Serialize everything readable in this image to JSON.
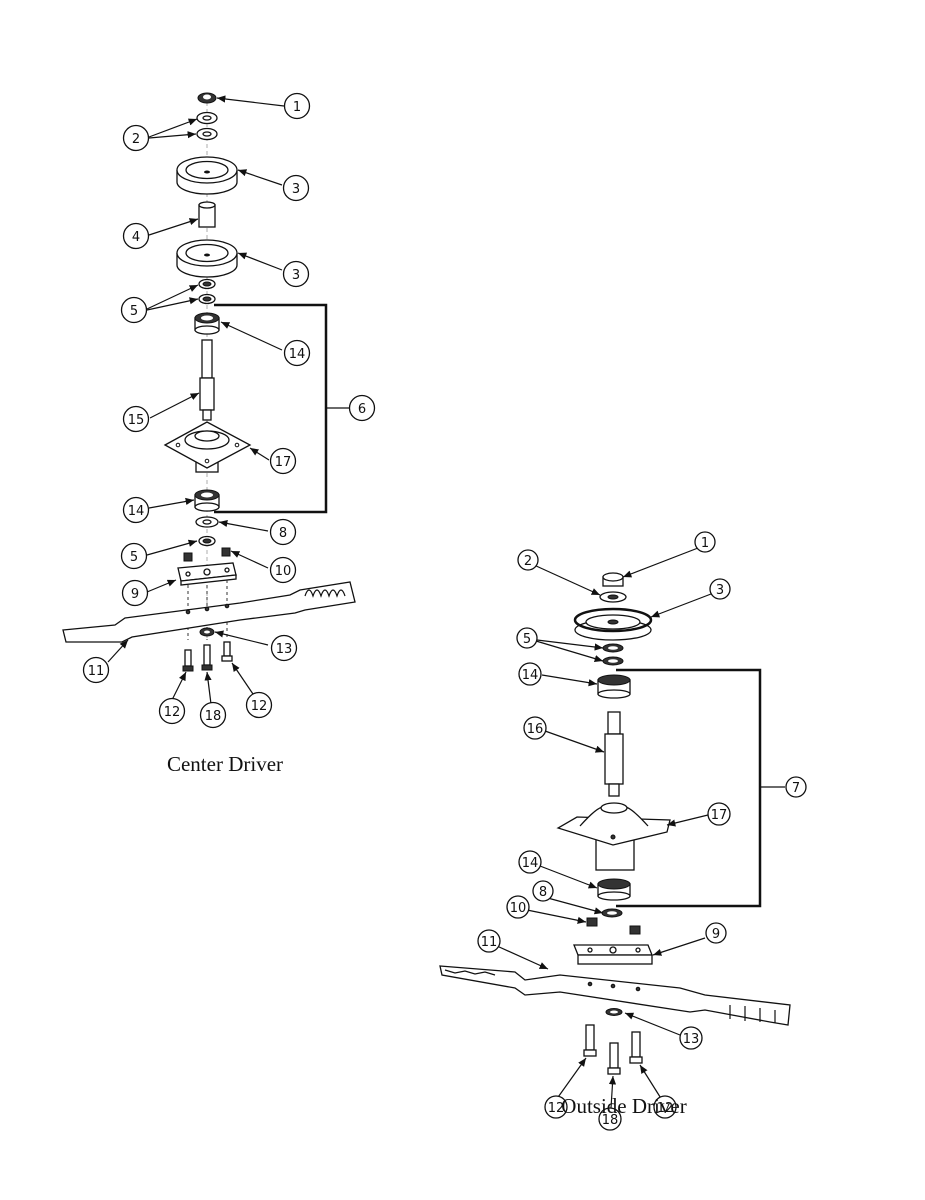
{
  "diagram": {
    "type": "exploded parts diagram",
    "views": [
      {
        "id": "center",
        "caption": "Center Driver",
        "callouts": [
          "1",
          "2",
          "3",
          "4",
          "3",
          "5",
          "14",
          "6",
          "15",
          "17",
          "14",
          "8",
          "5",
          "10",
          "9",
          "11",
          "13",
          "12",
          "18",
          "12"
        ]
      },
      {
        "id": "outside",
        "caption": "Outside Driver",
        "callouts": [
          "1",
          "2",
          "3",
          "5",
          "14",
          "16",
          "7",
          "17",
          "14",
          "8",
          "10",
          "9",
          "11",
          "13",
          "12",
          "18",
          "12"
        ]
      }
    ]
  }
}
